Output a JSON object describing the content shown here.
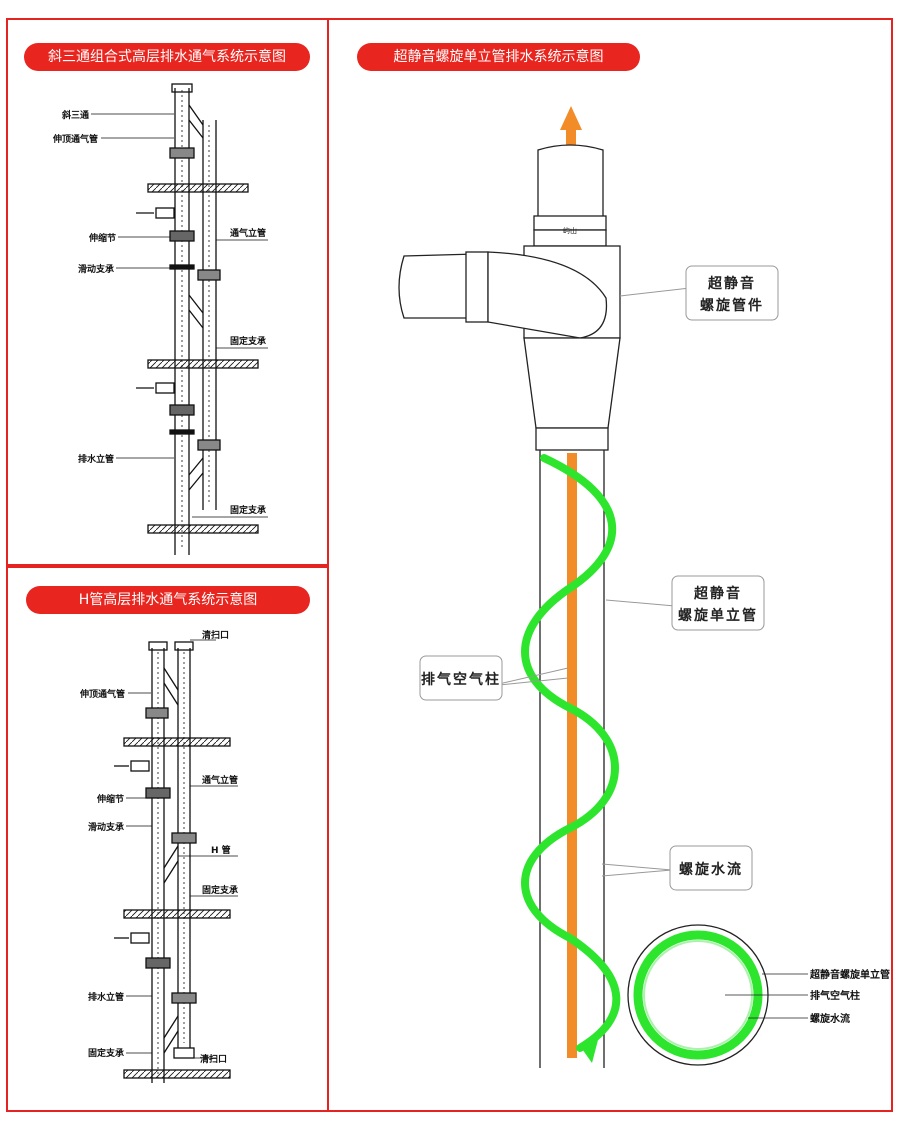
{
  "panels": {
    "top_left": {
      "title": "斜三通组合式高层排水通气系统示意图",
      "labels": {
        "xie_san_tong": "斜三通",
        "shen_ding": "伸顶通气管",
        "tong_qi": "通气立管",
        "shen_suo": "伸缩节",
        "hua_dong": "滑动支承",
        "gu_ding_1": "固定支承",
        "pai_shui": "排水立管",
        "gu_ding_2": "固定支承"
      }
    },
    "bottom_left": {
      "title": "H管高层排水通气系统示意图",
      "labels": {
        "qing_sao_top": "清扫口",
        "shen_ding": "伸顶通气管",
        "tong_qi": "通气立管",
        "shen_suo": "伸缩节",
        "hua_dong": "滑动支承",
        "h_guan": "H 管",
        "gu_ding": "固定支承",
        "pai_shui": "排水立管",
        "gu_ding_bottom": "固定支承",
        "qing_sao_bottom": "清扫口"
      }
    },
    "right": {
      "title": "超静音螺旋单立管排水系统示意图",
      "brand": "屿山",
      "callouts": {
        "fitting_1": "超静音",
        "fitting_2": "螺旋管件",
        "stack_1": "超静音",
        "stack_2": "螺旋单立管",
        "air_column": "排气空气柱",
        "spiral": "螺旋水流"
      },
      "legend": {
        "pipe": "超静音螺旋单立管",
        "air": "排气空气柱",
        "water": "螺旋水流"
      }
    }
  },
  "colors": {
    "red": "#e52421",
    "orange": "#f28c28",
    "green": "#2ee52e"
  }
}
